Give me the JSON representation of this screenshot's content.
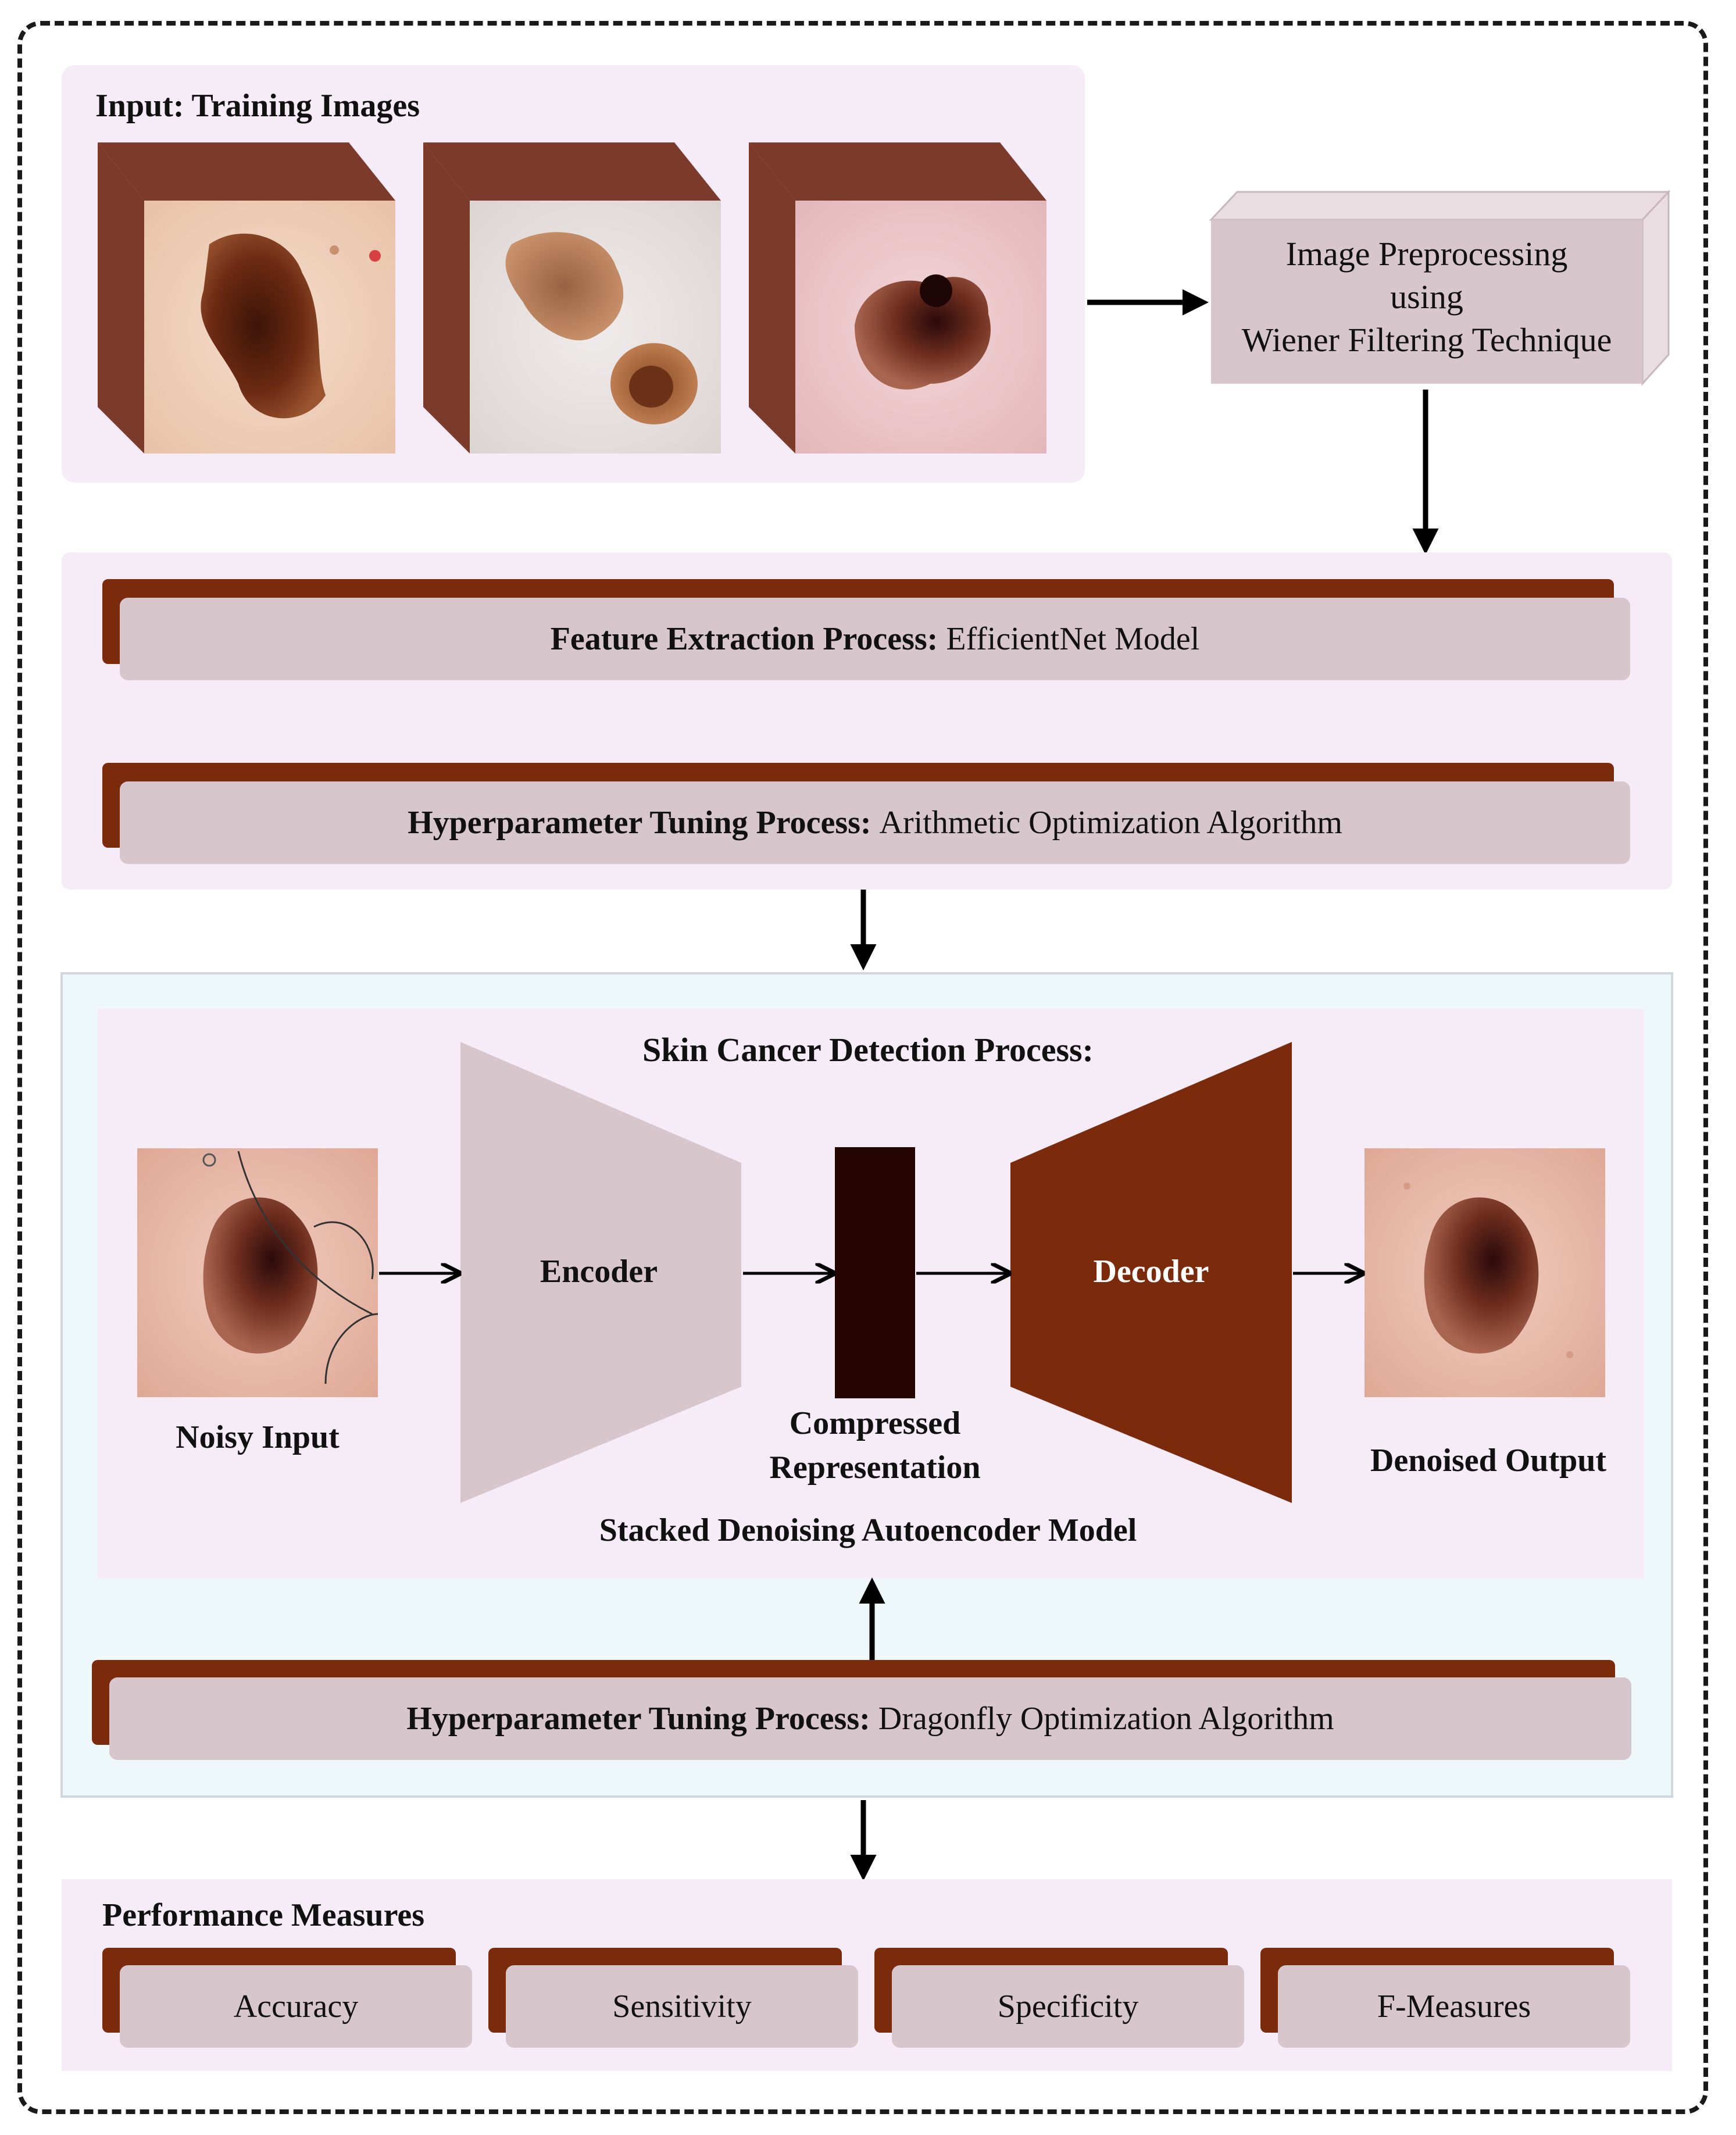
{
  "input": {
    "title": "Input: Training Images"
  },
  "preprocess": {
    "line1": "Image Preprocessing",
    "line2": "using",
    "line3": "Wiener Filtering Technique"
  },
  "feature": {
    "bold": "Feature Extraction Process:",
    "text": "EfficientNet Model"
  },
  "tuning1": {
    "bold": "Hyperparameter Tuning Process:",
    "text": "Arithmetic Optimization Algorithm"
  },
  "detection": {
    "title": "Skin Cancer Detection Process:",
    "noisy_label": "Noisy Input",
    "encoder_label": "Encoder",
    "compressed_line1": "Compressed",
    "compressed_line2": "Representation",
    "decoder_label": "Decoder",
    "denoised_label": "Denoised Output",
    "model_label": "Stacked Denoising Autoencoder Model"
  },
  "tuning2": {
    "bold": "Hyperparameter Tuning Process:",
    "text": "Dragonfly Optimization Algorithm"
  },
  "performance": {
    "title": "Performance Measures",
    "measures": [
      "Accuracy",
      "Sensitivity",
      "Specificity",
      "F-Measures"
    ]
  },
  "colors": {
    "brown": "#7b2a0b",
    "box_fill": "#d7c7cc",
    "panel_fill": "#f5ecf8",
    "compressed_fill": "#250500"
  }
}
